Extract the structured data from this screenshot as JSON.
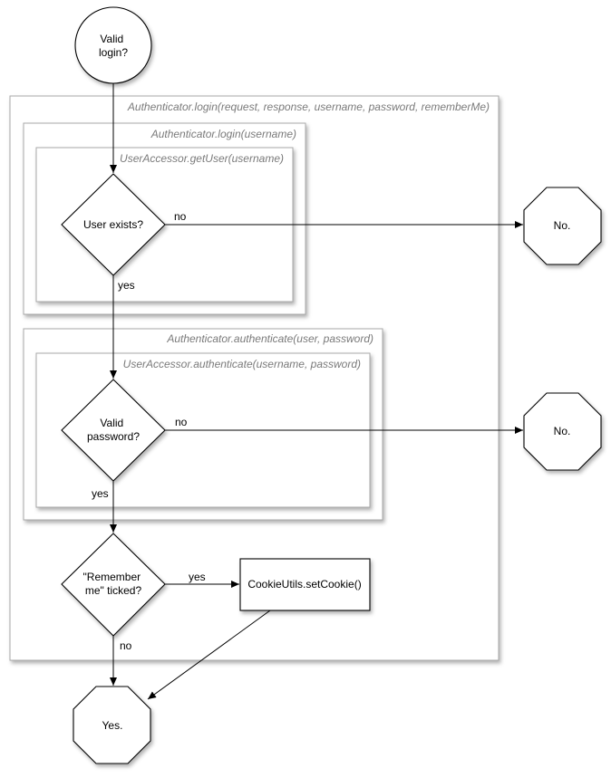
{
  "contexts": {
    "login_full": "Authenticator.login(request, response, username, password, rememberMe)",
    "login_username": "Authenticator.login(username)",
    "get_user": "UserAccessor.getUser(username)",
    "authenticate_user": "Authenticator.authenticate(user, password)",
    "authenticate_username": "UserAccessor.authenticate(username, password)"
  },
  "nodes": {
    "start": [
      "Valid",
      "login?"
    ],
    "user_exists": "User exists?",
    "valid_password": [
      "Valid",
      "password?"
    ],
    "remember_me": [
      "\"Remember",
      "me\" ticked?"
    ],
    "set_cookie": "CookieUtils.setCookie()",
    "no_1": "No.",
    "no_2": "No.",
    "yes_end": "Yes."
  },
  "edges": {
    "user_exists_no": "no",
    "user_exists_yes": "yes",
    "password_no": "no",
    "password_yes": "yes",
    "remember_yes": "yes",
    "remember_no": "no"
  }
}
